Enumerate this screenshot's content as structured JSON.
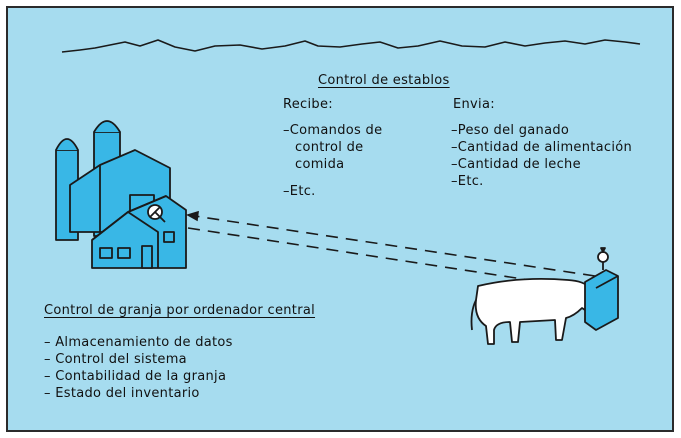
{
  "stables": {
    "title": "Control de establos",
    "receives": {
      "heading": "Recibe:",
      "items": [
        "–Comandos de",
        "control de",
        "comida",
        "–Etc."
      ]
    },
    "sends": {
      "heading": "Envia:",
      "items": [
        "–Peso del ganado",
        "–Cantidad de alimentación",
        "–Cantidad de leche",
        "–Etc."
      ]
    }
  },
  "central": {
    "title": "Control de granja por ordenador central",
    "items": [
      "– Almacenamiento de datos",
      "– Control del sistema",
      "– Contabilidad de la granja",
      "– Estado del inventario"
    ]
  },
  "colors": {
    "background": "#a6dcef",
    "building": "#39b7e6",
    "outline": "#1a1a1a"
  }
}
